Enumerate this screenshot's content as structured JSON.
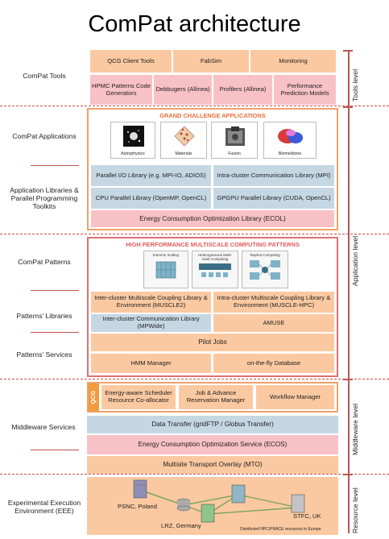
{
  "title": "ComPat architecture",
  "row_labels": {
    "tools": "ComPat Tools",
    "applications": "ComPat Applications",
    "app_libraries": "Application Libraries & Parallel Programming Toolkits",
    "patterns": "ComPat Patterns",
    "patterns_libraries": "Patterns' Libraries",
    "patterns_services": "Patterns' Services",
    "middleware": "Middleware Services",
    "eee": "Experimental Execution Environment (EEE)"
  },
  "level_labels": {
    "tools": "Tools level",
    "application": "Application level",
    "middleware": "Middleware level",
    "resource": "Resource level"
  },
  "tools": {
    "row1": [
      "QCG Client Tools",
      "FabSim",
      "Monitoring"
    ],
    "row2": [
      "HPMC Patterns Code Generators",
      "Debbugers (Allinea)",
      "Profilers (Allinea)",
      "Performance Prediction Models"
    ]
  },
  "applications": {
    "frame_title": "GRAND CHALLENGE APPLICATIONS",
    "apps": [
      "Astrophysics",
      "Materials",
      "Fusion",
      "Biomedicine"
    ],
    "libraries": {
      "parallel_io": "Parallel I/O Library (e.g. MPI-IO, ADIOS)",
      "intra_cluster": "Intra-cluster Communication Library (MPI)",
      "cpu_parallel": "CPU Parallel Library (OpenMP, OpenCL)",
      "gpgpu_parallel": "GPGPU Parallel Library (CUDA, OpenCL)",
      "ecol": "Energy Consumption Optimization Library (ECOL)"
    }
  },
  "patterns": {
    "frame_title": "HIGH PERFORMANCE MULTISCALE COMPUTING PATTERNS",
    "pattern_items": [
      "Extreme Scaling",
      "Heterogeneous Multi-scale Computing",
      "Replica Computing"
    ],
    "libraries": {
      "muscle2": "Inter-cluster Multiscale Coupling Library & Environment (MUSCLE2)",
      "muscle_hpc": "Intra-cluster Multiscale Coupling Library & Environment (MUSCLE-HPC)",
      "mpwide": "Inter-cluster Communication Library (MPWide)",
      "amuse": "AMUSE",
      "pilot_jobs": "Pilot Jobs",
      "hmm_manager": "HMM Manager",
      "otf_database": "on-the-fly Database"
    }
  },
  "middleware": {
    "qcg_label": "QCG",
    "scheduler": "Energy-aware Scheduler Resource Co-allocator",
    "reservation": "Job & Advance Reservation Manager",
    "workflow": "Workflow Manager",
    "data_transfer": "Data Transfer (gridFTP / Globus Transfer)",
    "ecos": "Energy Consumption Optimization Service (ECOS)",
    "mto": "Multisite Transport Overlay (MTO)"
  },
  "eee": {
    "sites": [
      "PSNC, Poland",
      "LRZ, Germany",
      "STFC, UK"
    ],
    "footnote": "Distributed HPC/PRACE resources in Europe"
  },
  "colors": {
    "orange": "#fbc9a1",
    "pink": "#f8c1c6",
    "blue": "#c5d7e3",
    "frame": "#f0a06a",
    "dash": "#c0504d",
    "qcg": "#f39a3c"
  }
}
